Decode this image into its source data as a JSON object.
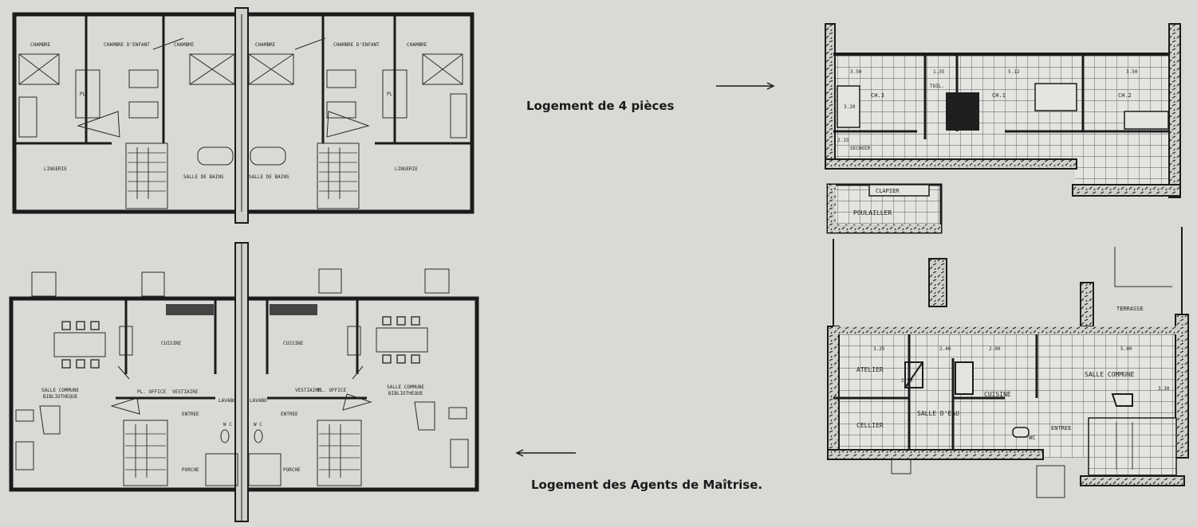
{
  "captions": {
    "four_rooms": "Logement de 4 pièces",
    "foremen": "Logement des Agents de Maîtrise."
  },
  "upper_left_plan": {
    "rooms": [
      "CHAMBRE",
      "CHAMBRE D'ENFANT",
      "CHAMBRE",
      "CHAMBRE",
      "CHAMBRE D'ENFANT",
      "CHAMBRE"
    ],
    "lingerie": "LINGERIE",
    "bath": "SALLE DE BAINS",
    "pl": "PL"
  },
  "lower_left_plan": {
    "living": [
      "SALLE COMMUNE",
      "BIBLIOTHEQUE"
    ],
    "kitchen": "CUISINE",
    "entry": "ENTREE",
    "wc": "W C",
    "porch": "PORCHE",
    "office": "PL. OFFICE",
    "vestiaire": "VESTIAIRE",
    "lavabo": "LAVABO"
  },
  "upper_right_plan": {
    "rooms": [
      "CH.3",
      "CH.1",
      "CH.2"
    ],
    "toilet": "TOIL.",
    "drying": "SECHOIR",
    "dims": [
      "3.50",
      "1.35",
      "5.12",
      "3.50",
      "3.20",
      "2.15"
    ]
  },
  "middle_right_plan": {
    "hutch": "CLAPIER",
    "henhouse": "POULAILLER"
  },
  "lower_right_plan": {
    "terrace": "TERRASSE",
    "workshop": "ATELIER",
    "living": "SALLE COMMUNE",
    "cellar": "CELLIER",
    "washroom": "SALLE D'EAU",
    "kitchen": "CUISINE",
    "entry": "ENTREE",
    "wc": "WC",
    "dims": [
      "3.25",
      "2.40",
      "2.00",
      "5.00",
      "3.30",
      "2.50"
    ]
  }
}
